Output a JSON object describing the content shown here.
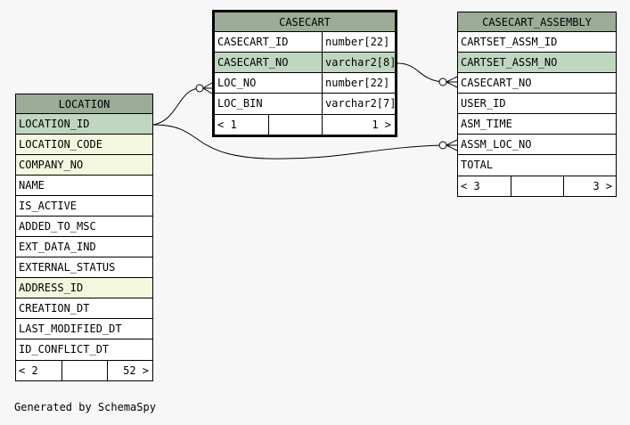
{
  "tables": {
    "location": {
      "name": "LOCATION",
      "columns": [
        {
          "name": "LOCATION_ID",
          "kind": "pk"
        },
        {
          "name": "LOCATION_CODE",
          "kind": "fk"
        },
        {
          "name": "COMPANY_NO",
          "kind": "fk"
        },
        {
          "name": "NAME",
          "kind": "plain"
        },
        {
          "name": "IS_ACTIVE",
          "kind": "plain"
        },
        {
          "name": "ADDED_TO_MSC",
          "kind": "plain"
        },
        {
          "name": "EXT_DATA_IND",
          "kind": "plain"
        },
        {
          "name": "EXTERNAL_STATUS",
          "kind": "plain"
        },
        {
          "name": "ADDRESS_ID",
          "kind": "fk"
        },
        {
          "name": "CREATION_DT",
          "kind": "plain"
        },
        {
          "name": "LAST_MODIFIED_DT",
          "kind": "plain"
        },
        {
          "name": "ID_CONFLICT_DT",
          "kind": "plain"
        }
      ],
      "footer": {
        "parents": "< 2",
        "children": "52 >"
      }
    },
    "casecart": {
      "name": "CASECART",
      "columns": [
        {
          "name": "CASECART_ID",
          "type": "number[22]",
          "kind": "plain"
        },
        {
          "name": "CASECART_NO",
          "type": "varchar2[8]",
          "kind": "pk"
        },
        {
          "name": "LOC_NO",
          "type": "number[22]",
          "kind": "plain"
        },
        {
          "name": "LOC_BIN",
          "type": "varchar2[7]",
          "kind": "plain"
        }
      ],
      "footer": {
        "parents": "< 1",
        "children": "1 >"
      }
    },
    "casecart_assembly": {
      "name": "CASECART_ASSEMBLY",
      "columns": [
        {
          "name": "CARTSET_ASSM_ID",
          "kind": "plain"
        },
        {
          "name": "CARTSET_ASSM_NO",
          "kind": "pk"
        },
        {
          "name": "CASECART_NO",
          "kind": "plain"
        },
        {
          "name": "USER_ID",
          "kind": "plain"
        },
        {
          "name": "ASM_TIME",
          "kind": "plain"
        },
        {
          "name": "ASSM_LOC_NO",
          "kind": "plain"
        },
        {
          "name": "TOTAL",
          "kind": "plain"
        }
      ],
      "footer": {
        "parents": "< 3",
        "children": "3 >"
      }
    }
  },
  "colors": {
    "header": "#9bab96",
    "primary_key": "#bfd6c0",
    "foreign_key": "#f4f7de",
    "background": "#f7f7f7"
  },
  "generated_by": "Generated by SchemaSpy"
}
